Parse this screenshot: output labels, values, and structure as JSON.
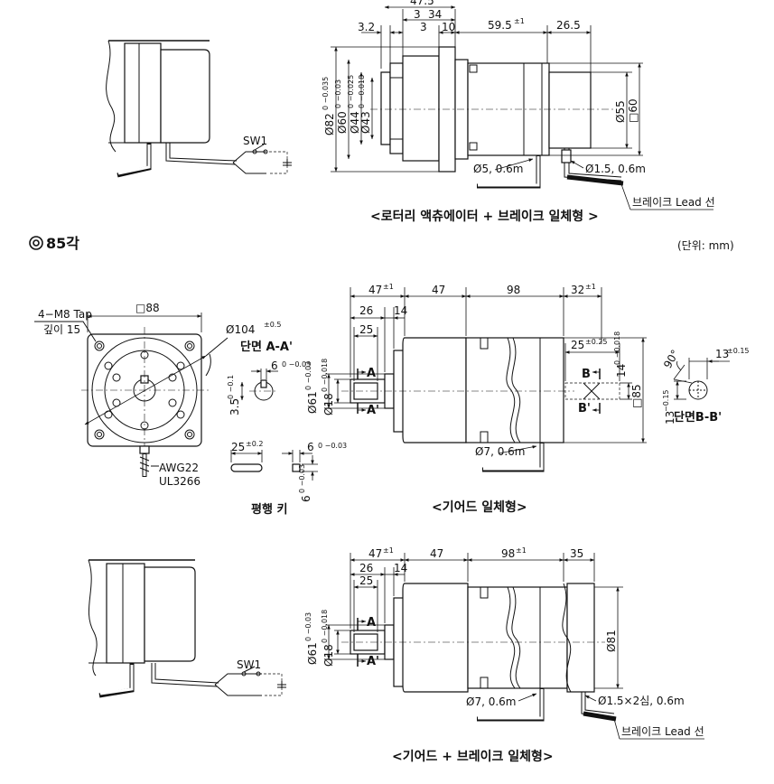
{
  "section": {
    "icon": "double-circle-icon",
    "title": "85각",
    "unit_note": "(단위: mm)"
  },
  "top_drawing": {
    "caption": "<로터리 액츄에이터 + 브레이크 일체형 >",
    "switch_label": "SW1",
    "dims": {
      "d47_5": "47.5",
      "d3_2": "3.2",
      "d3a": "3",
      "d34": "34",
      "d3b": "3",
      "d10": "10",
      "d59_5": "59.5",
      "d59_5_tol": "±1",
      "d26_5": "26.5",
      "phi82": "Ø82",
      "phi82_tol": "0 −0.035",
      "phi60": "Ø60",
      "phi60_tol": "0 −0.03",
      "phi44": "Ø44",
      "phi44_tol": "0 −0.025",
      "phi43": "Ø43",
      "phi43_tol": "0 −0.018",
      "phi55": "Ø55",
      "sq60": "□60",
      "cable1": "Ø5, 0.6m",
      "cable2": "Ø1.5, 0.6m",
      "brake_lead": "브레이크 Lead 선"
    }
  },
  "front_view": {
    "sq88": "□88",
    "tap": "4−M8 Tap",
    "depth": "깊이 15",
    "phi104": "Ø104",
    "phi104_tol": "±0.5",
    "awg": "AWG22",
    "ul": "UL3266"
  },
  "section_aa": {
    "title": "단면 A-A'",
    "w6": "6",
    "w6_tol": "0 −0.03",
    "h3_5": "3.5",
    "h3_5_tol": "0 −0.1"
  },
  "key": {
    "title": "평행 키",
    "l25": "25",
    "l25_tol": "±0.2",
    "w6": "6",
    "w6_tol": "0 −0.03",
    "h6": "6",
    "h6_tol": "0 −0.03"
  },
  "geared_drawing": {
    "caption": "<기어드 일체형>",
    "d47": "47",
    "d47_tol": "±1",
    "d47b": "47",
    "d98": "98",
    "d32": "32",
    "d32_tol": "±1",
    "d26": "26",
    "d14": "14",
    "d25": "25",
    "d25r": "25",
    "d25r_tol": "±0.25",
    "phi61": "Ø61",
    "phi61_tol": "0 −0.03",
    "phi18": "Ø18",
    "phi18_tol": "0 −0.018",
    "d14v": "14",
    "d14v_tol": "0 −0.018",
    "sq85": "□85",
    "label_a": "A",
    "label_a2": "A'",
    "label_b": "B",
    "label_b2": "B'",
    "cable": "Ø7, 0.6m"
  },
  "section_bb": {
    "title": "단면B-B'",
    "angle": "90°",
    "w13": "13",
    "w13_tol": "±0.15",
    "h13": "13",
    "h13_tol": "−0.15"
  },
  "bottom_drawing": {
    "caption": "<기어드 + 브레이크 일체형>",
    "switch_label": "SW1",
    "d47": "47",
    "d47_tol": "±1",
    "d47b": "47",
    "d98": "98",
    "d98_tol": "±1",
    "d35": "35",
    "d26": "26",
    "d14": "14",
    "d25": "25",
    "phi61": "Ø61",
    "phi61_tol": "0 −0.03",
    "phi18": "Ø18",
    "phi18_tol": "0 −0.018",
    "phi81": "Ø81",
    "label_a": "A",
    "label_a2": "A'",
    "cable1": "Ø7, 0.6m",
    "cable2": "Ø1.5×2심, 0.6m",
    "brake_lead": "브레이크 Lead 선"
  }
}
